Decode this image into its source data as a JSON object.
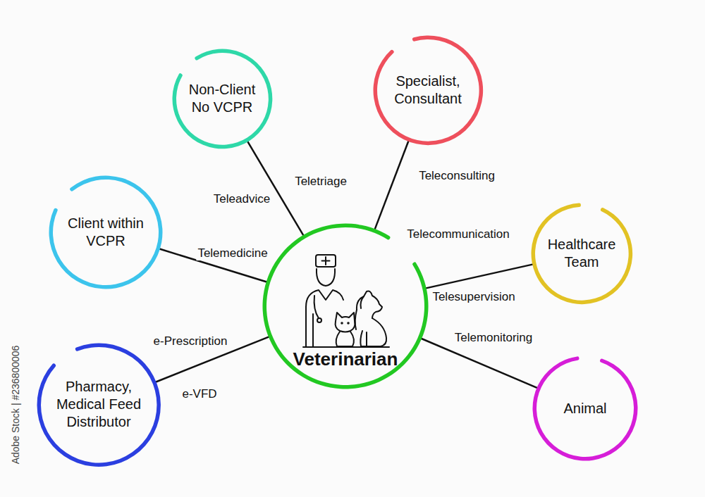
{
  "diagram": {
    "nodes": [
      {
        "text": [
          "Non-Client No VCPR"
        ]
      },
      {
        "text": [
          "Specialist, Consultant"
        ]
      },
      {
        "text": [
          "Client within VCPR"
        ]
      },
      {
        "text": [
          "Healthcare Team"
        ]
      },
      {
        "text": [
          "Veterinarian"
        ]
      },
      {
        "text": [
          "Pharmacy, Medical Feed Distributor"
        ]
      },
      {
        "text": [
          "Animal"
        ]
      }
    ],
    "edges": [
      {
        "from": 4,
        "to": 2,
        "arrow": "none",
        "label": "Telemedicine"
      },
      {
        "from": 4,
        "to": 0,
        "arrow": "none",
        "label": "Teletriage"
      },
      {
        "from": 4,
        "to": 1,
        "arrow": "none",
        "label": "Teleconsulting"
      },
      {
        "from": 4,
        "to": 3,
        "arrow": "none",
        "label": "Telecommunication"
      },
      {
        "from": 4,
        "to": 6,
        "arrow": "none",
        "label": "Telemonitoring"
      },
      {
        "from": 4,
        "to": 5,
        "arrow": "none",
        "label": "e-Prescription"
      }
    ],
    "labels": [
      "Teleadvice",
      "Telesupervision",
      "e-VFD",
      "Adobe Stock | #236800006"
    ]
  }
}
